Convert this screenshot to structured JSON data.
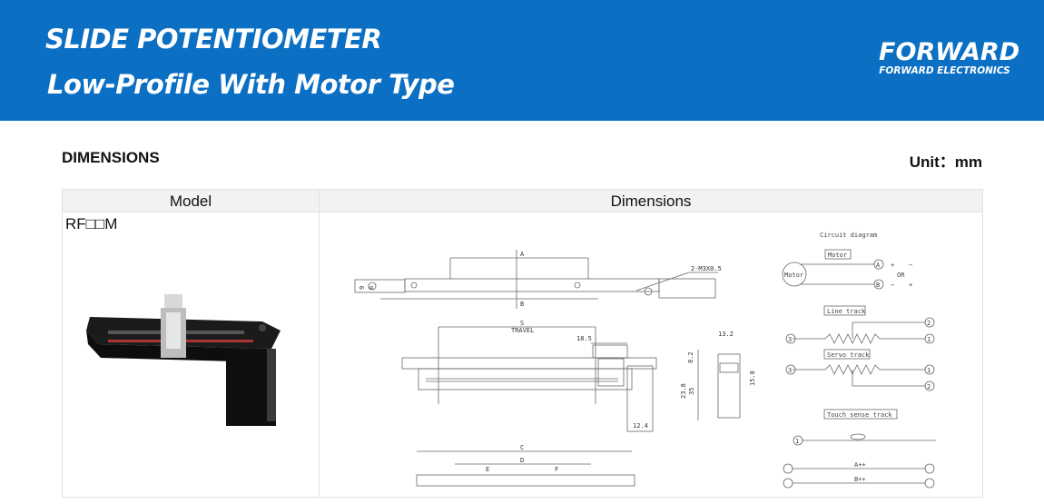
{
  "header": {
    "title": "SLIDE POTENTIOMETER",
    "subtitle": "Low-Profile With Motor Type",
    "logo_main": "FORWARD",
    "logo_sub": "FORWARD ELECTRONICS",
    "background_color": "#0b6fc3"
  },
  "section": {
    "title": "DIMENSIONS",
    "unit": "Unit：mm"
  },
  "table": {
    "headers": [
      "Model",
      "Dimensions"
    ],
    "rows": [
      {
        "model": "RF□□M"
      }
    ]
  },
  "drawing": {
    "labels": {
      "a": "A",
      "b": "B",
      "screw": "2-M3X0.5",
      "s": "S",
      "travel": "TRAVEL",
      "d185": "18.5",
      "d132": "13.2",
      "d238": "23.8",
      "d35": "35",
      "d158": "15.8",
      "d124": "12.4",
      "c": "C",
      "d": "D",
      "e": "E",
      "f": "F",
      "d9": "9",
      "d6": "6",
      "d82": "8.2"
    },
    "circuit": {
      "title": "Circuit diagram",
      "motor_box": "Motor",
      "motor": "Motor",
      "or": "OR",
      "line_track": "Line track",
      "servo_track": "Servo track",
      "touch_track": "Touch sense track",
      "pin_a": "A",
      "pin_b": "B",
      "plus": "+",
      "minus": "−",
      "p1": "1",
      "p2": "2",
      "p3": "3",
      "app": "A++",
      "bpp": "B++"
    }
  }
}
